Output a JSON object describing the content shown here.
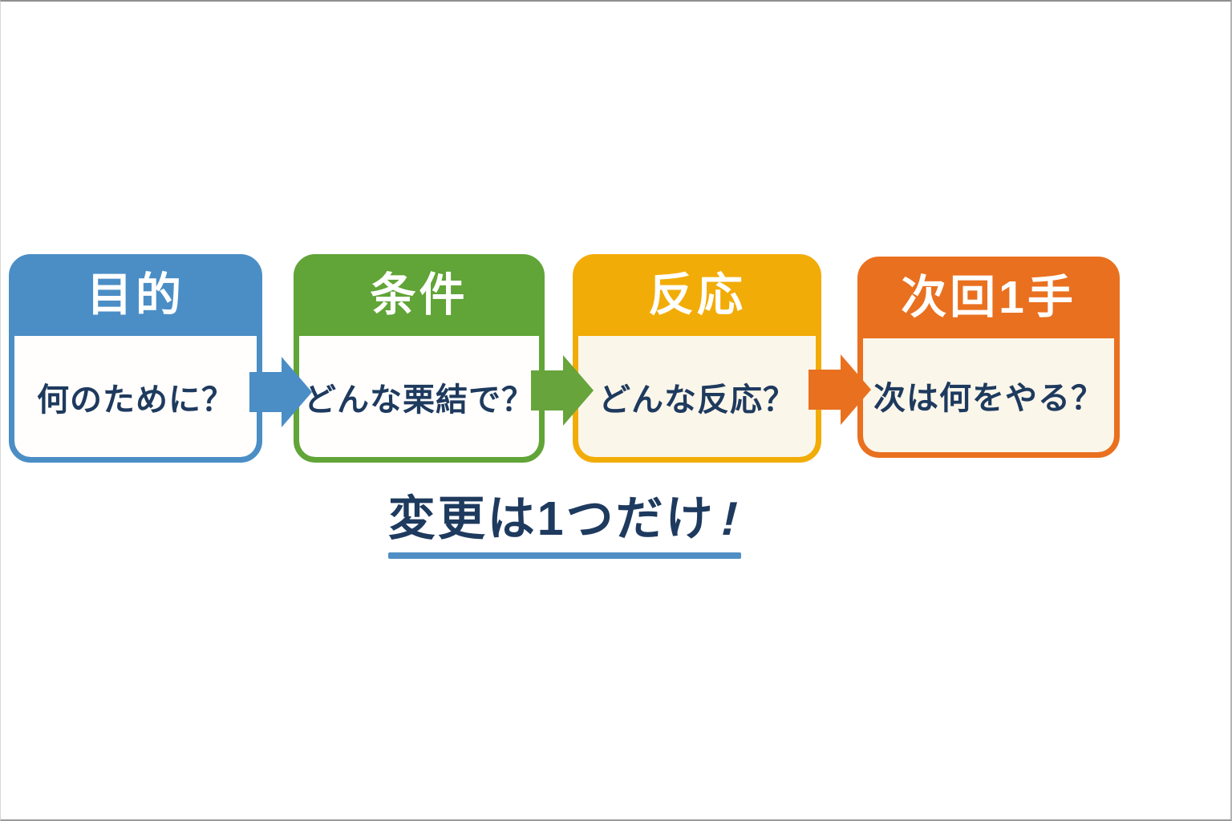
{
  "page": {
    "background": "#ffffff",
    "frame_color": "#8f8f8f"
  },
  "flow": {
    "header_text_color": "#ffffff",
    "steps": [
      {
        "title": "目的",
        "body": "何のために？",
        "accent": "#4b8ec6",
        "body_bg": "#fffefc",
        "text_color": "#1e3a5e"
      },
      {
        "title": "条件",
        "body": "どんな栗結で？",
        "accent": "#61a437",
        "body_bg": "#fffefc",
        "text_color": "#1e3a5e"
      },
      {
        "title": "反応",
        "body": "どんな反応？",
        "accent": "#f2ac08",
        "body_bg": "#fbf6ea",
        "text_color": "#1e3a5e"
      },
      {
        "title": "次回1手",
        "body": "次は何をやる？",
        "accent": "#e9701f",
        "body_bg": "#fbf6ea",
        "text_color": "#1e3a5e"
      }
    ],
    "arrows": [
      {
        "name": "arrow-right-icon",
        "color": "#4b8ec6"
      },
      {
        "name": "arrow-right-icon",
        "color": "#67a43c"
      },
      {
        "name": "arrow-right-icon",
        "color": "#e9701f"
      }
    ]
  },
  "footer": {
    "headline": "変更は1つだけ",
    "bang": "!",
    "text_color": "#1e3a5e",
    "underline_color": "#4f8fc5"
  }
}
